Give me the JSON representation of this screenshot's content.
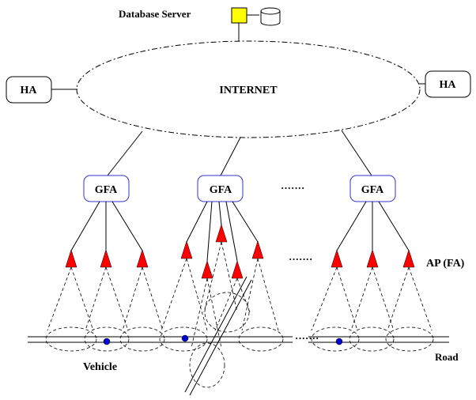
{
  "labels": {
    "database_server": "Database Server",
    "internet": "INTERNET",
    "ha_left": "HA",
    "ha_right": "HA",
    "gfa_1": "GFA",
    "gfa_2": "GFA",
    "gfa_3": "GFA",
    "dots_gfa": "·······",
    "dots_ap": "·······",
    "dots_road": "·······",
    "ap_fa": "AP (FA)",
    "vehicle": "Vehicle",
    "road": "Road"
  },
  "colors": {
    "ap_fill": "#ff0000",
    "server_fill": "#ffff00",
    "vehicle_fill": "#0000cc",
    "gfa_border": "#3333cc"
  },
  "icons": [
    "server-icon",
    "database-cylinder-icon",
    "access-point-triangle-icon",
    "vehicle-dot-icon"
  ]
}
